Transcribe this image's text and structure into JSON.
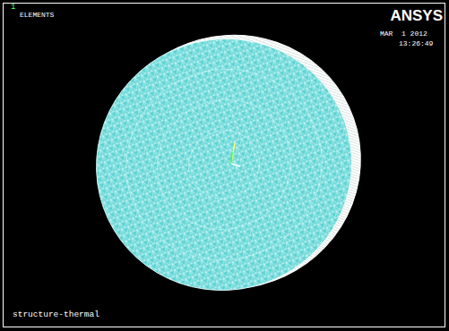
{
  "diagram": {
    "labels": [
      "1",
      "ELEMENTS",
      "ANSYS",
      "MAR  1 2012",
      "13:26:49",
      "structure-thermal"
    ]
  }
}
